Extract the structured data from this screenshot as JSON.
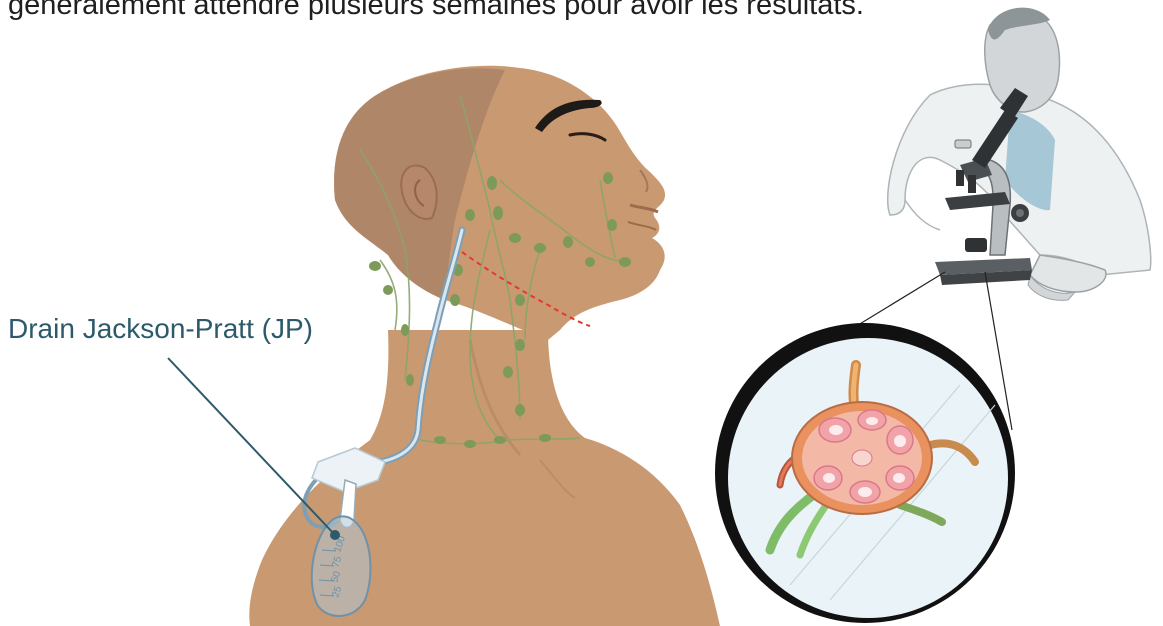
{
  "caption": {
    "top_text": "généralement attendre plusieurs semaines pour avoir les résultats."
  },
  "labels": {
    "drain_label": "Drain Jackson-Pratt (JP)"
  },
  "drain_bulb": {
    "scale_marks": [
      "100",
      "75",
      "50",
      "25"
    ]
  },
  "colors": {
    "skin": "#c99a72",
    "scalp": "#ad8468",
    "lymph_node": "#7d9a5b",
    "lymph_vessel": "#8aa56a",
    "incision": "#e23a2c",
    "callout_text": "#2d5a6b",
    "drain_tube": "#7c9fb6",
    "magnifier_rim": "#111111",
    "node_pink": "#f2a3a8"
  }
}
